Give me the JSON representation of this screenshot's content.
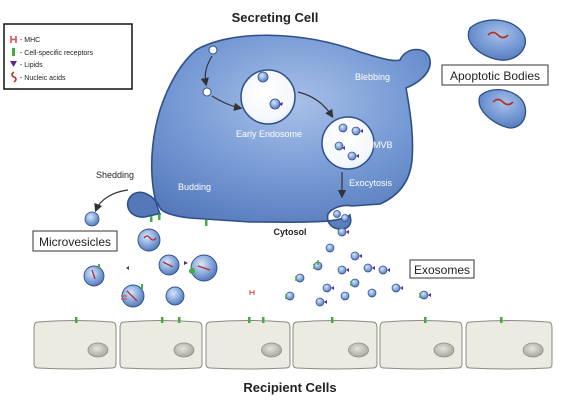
{
  "title": "Secreting Cell",
  "footer": "Recipient Cells",
  "legend": {
    "items": [
      {
        "icon": "mhc-icon",
        "label": "- MHC",
        "color": "#d9534f"
      },
      {
        "icon": "receptor-icon",
        "label": "- Cell-specific receptors",
        "color": "#3fae3f"
      },
      {
        "icon": "lipid-icon",
        "label": "- Lipids",
        "color": "#5a2a8c"
      },
      {
        "icon": "nucleic-acid-icon",
        "label": "- Nucleic acids",
        "color": "#b3302a"
      }
    ]
  },
  "labels": {
    "blebbing": "Blebbing",
    "early_endosome": "Early Endosome",
    "mvb": "MVB",
    "exocytosis": "Exocytosis",
    "budding": "Budding",
    "shedding": "Shedding",
    "cytosol": "Cytosol"
  },
  "boxed_labels": {
    "apoptotic_bodies": "Apoptotic Bodies",
    "microvesicles": "Microvesicles",
    "exosomes": "Exosomes"
  },
  "colors": {
    "cell_fill": "#6f93cf",
    "cell_stroke": "#2f4f8a",
    "recipient_fill": "#ecebe1",
    "recipient_stroke": "#8a8a80",
    "nucleus_fill": "#c8c7c0"
  }
}
